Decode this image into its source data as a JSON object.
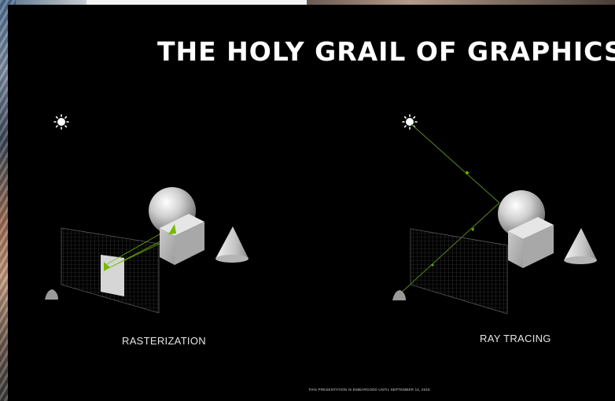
{
  "slide": {
    "title": "THE HOLY GRAIL OF GRAPHICS",
    "footer": "THIS PRESENTATION IS EMBARGOED UNTIL SEPTEMBER 14, 2018",
    "accent_color": "#76b900",
    "background_color": "#000000"
  },
  "panels": [
    {
      "caption": "RASTERIZATION",
      "icons": [
        "sun-icon",
        "camera-icon",
        "screen-grid",
        "sphere",
        "cube",
        "cone"
      ]
    },
    {
      "caption": "RAY TRACING",
      "icons": [
        "sun-icon",
        "camera-icon",
        "screen-grid",
        "sphere",
        "cube",
        "cone"
      ]
    }
  ]
}
